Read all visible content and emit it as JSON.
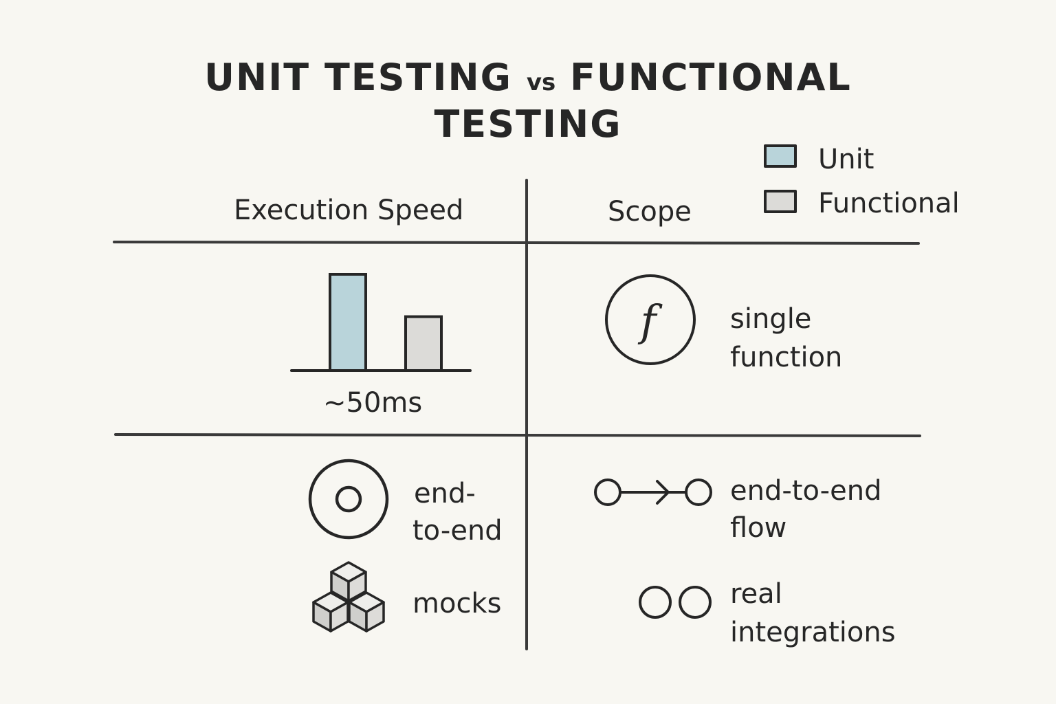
{
  "title": {
    "part1": "UNIT TESTING",
    "vs": "vs",
    "part2": "FUNCTIONAL",
    "line2": "TESTING"
  },
  "legend": [
    {
      "label": "Unit",
      "color": "#b9d4da"
    },
    {
      "label": "Functional",
      "color": "#dcdbd8"
    }
  ],
  "columns": {
    "left_header": "Execution Speed",
    "right_header": "Scope"
  },
  "speed_chart": {
    "bars": [
      {
        "series": "Unit",
        "relative_height": 1.0
      },
      {
        "series": "Functional",
        "relative_height": 0.56
      }
    ],
    "caption": "~50ms"
  },
  "scope_top": {
    "icon": "function-icon",
    "icon_text": "f",
    "label_line1": "single",
    "label_line2": "function"
  },
  "bottom_left": {
    "item1": {
      "icon": "target-icon",
      "line1": "end-",
      "line2": "to-end"
    },
    "item2": {
      "icon": "cubes-icon",
      "line1": "mocks"
    }
  },
  "bottom_right": {
    "item1": {
      "icon": "flow-arrow-icon",
      "line1": "end-to-end",
      "line2": "flow"
    },
    "item2": {
      "icon": "linked-circles-icon",
      "line1": "real",
      "line2": "integrations"
    }
  },
  "colors": {
    "ink": "#262626",
    "background": "#f8f7f2",
    "unit": "#b9d4da",
    "functional": "#dcdbd8"
  }
}
